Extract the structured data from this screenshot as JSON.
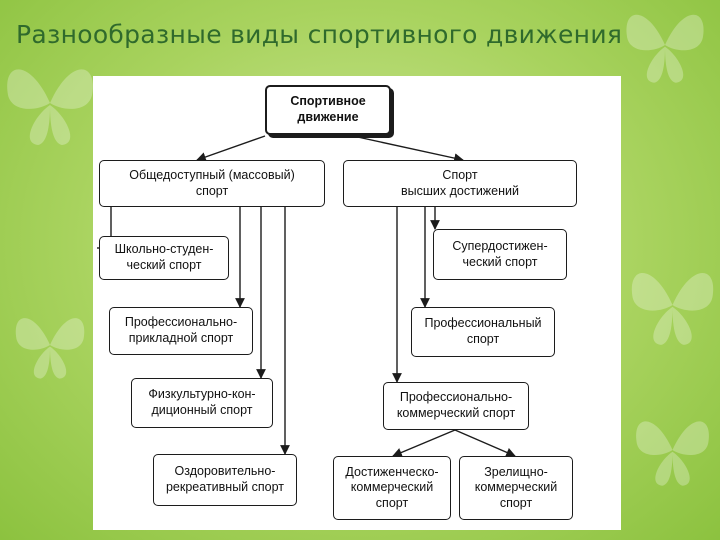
{
  "slide": {
    "title": "Разнообразные виды спортивного движения"
  },
  "diagram": {
    "root": "Спортивное\nдвижение",
    "mass_sport": "Общедоступный (массовый)\nспорт",
    "elite_sport": "Спорт\nвысших достижений",
    "mass_children": [
      "Школьно-студен-\nческий спорт",
      "Профессионально-\nприкладной спорт",
      "Физкультурно-кон-\nдиционный спорт",
      "Оздоровительно-\nрекреативный спорт"
    ],
    "elite_children": [
      "Супердостижен-\nческий спорт",
      "Профессиональный\nспорт",
      "Профессионально-\nкоммерческий спорт"
    ],
    "commercial_children": [
      "Достиженческо-\nкоммерческий\nспорт",
      "Зрелищно-\nкоммерческий\nспорт"
    ]
  }
}
